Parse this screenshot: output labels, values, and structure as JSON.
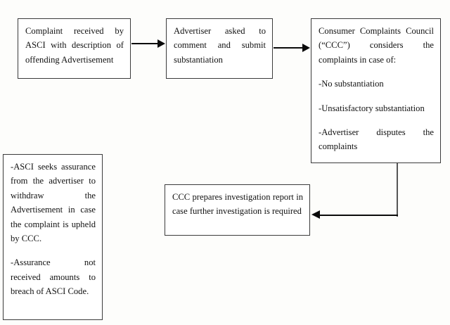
{
  "diagram": {
    "title": "ASCI complaint handling process flowchart",
    "type": "flowchart",
    "colors": {
      "page_background": "#fdfdfb",
      "box_background": "#ffffff",
      "box_border": "#3b3b3b",
      "connector": "#0b0b0b",
      "connector_light": "#555555",
      "text": "#111111"
    },
    "nodes": [
      {
        "id": "complaint-received",
        "name": "complaint-received-box",
        "paragraphs": [
          "Complaint received by ASCI with description of offending Advertisement"
        ]
      },
      {
        "id": "advertiser-asked",
        "name": "advertiser-asked-box",
        "paragraphs": [
          "Advertiser asked to comment and submit substantiation"
        ]
      },
      {
        "id": "ccc-considers",
        "name": "ccc-considers-box",
        "paragraphs": [
          "Consumer Complaints Council (“CCC”) considers the complaints in case of:",
          "-No substantiation",
          "-Unsatisfactory substantiation",
          "-Advertiser disputes the complaints"
        ]
      },
      {
        "id": "ccc-prepares",
        "name": "ccc-prepares-report-box",
        "paragraphs": [
          "CCC prepares investigation report in case further investigation is required"
        ]
      },
      {
        "id": "asci-assurance",
        "name": "asci-assurance-box",
        "paragraphs": [
          "-ASCI seeks assurance from the advertiser to withdraw the Advertisement in case the complaint is upheld by CCC.",
          "-Assurance not received amounts to breach of ASCI Code."
        ]
      }
    ],
    "connectors": [
      {
        "id": "arrow-1",
        "from": "complaint-received",
        "to": "advertiser-asked",
        "style": "straight-right"
      },
      {
        "id": "arrow-2",
        "from": "advertiser-asked",
        "to": "ccc-considers",
        "style": "straight-right"
      },
      {
        "id": "arrow-3",
        "from": "ccc-considers",
        "to": "ccc-prepares",
        "style": "elbow-down-left"
      }
    ]
  }
}
